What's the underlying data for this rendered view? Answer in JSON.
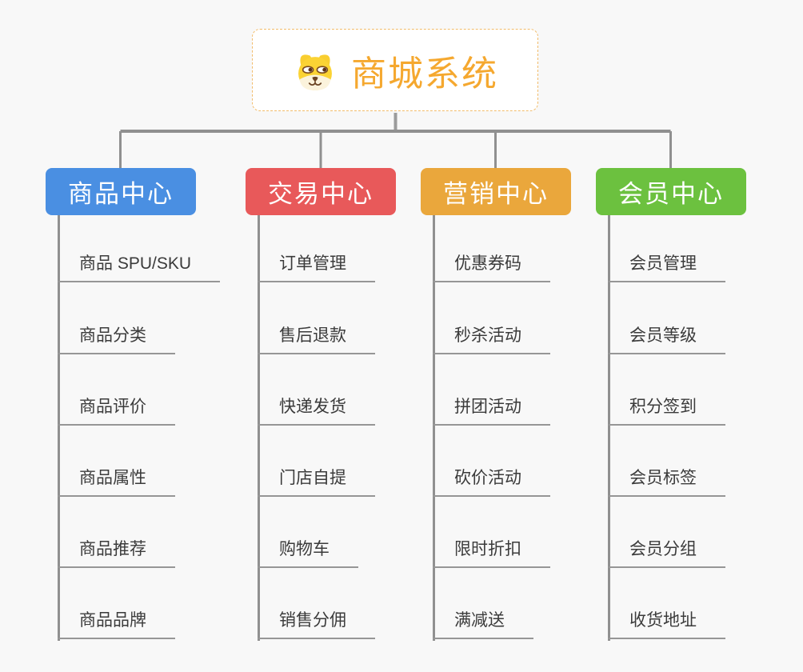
{
  "app": {
    "description": "mind map canvas of a mall system architecture"
  },
  "root": {
    "title": "商城系统",
    "icon": "dog-face-icon"
  },
  "branches": [
    {
      "label": "商品中心",
      "color": "#4a8fe2",
      "children": [
        "商品 SPU/SKU",
        "商品分类",
        "商品评价",
        "商品属性",
        "商品推荐",
        "商品品牌"
      ]
    },
    {
      "label": "交易中心",
      "color": "#e8595a",
      "children": [
        "订单管理",
        "售后退款",
        "快递发货",
        "门店自提",
        "购物车",
        "销售分佣"
      ]
    },
    {
      "label": "营销中心",
      "color": "#eaa73c",
      "children": [
        "优惠券码",
        "秒杀活动",
        "拼团活动",
        "砍价活动",
        "限时折扣",
        "满减送"
      ]
    },
    {
      "label": "会员中心",
      "color": "#6cc13f",
      "children": [
        "会员管理",
        "会员等级",
        "积分签到",
        "会员标签",
        "会员分组",
        "收货地址"
      ]
    }
  ],
  "colors": {
    "canvas_bg": "#f8f8f8",
    "connector": "#909090",
    "leaf_underline": "#969696",
    "leaf_text": "#3b3b3b",
    "root_title": "#f5a82f",
    "root_border": "#f2bc6b",
    "root_bg": "#ffffff",
    "branch_label_text": "#ffffff"
  }
}
